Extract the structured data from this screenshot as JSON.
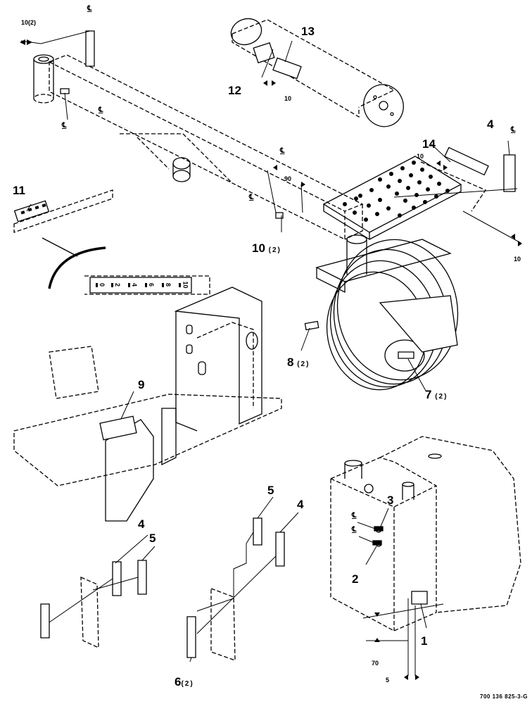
{
  "callouts": {
    "c1": "1",
    "c2": "2",
    "c3": "3",
    "c4a": "4",
    "c4b": "4",
    "c4c": "4",
    "c5a": "5",
    "c5b": "5",
    "c6": "6",
    "c6q": "(2)",
    "c7": "7",
    "c7q": "(2)",
    "c8": "8",
    "c8q": "(2)",
    "c9": "9",
    "c10": "10",
    "c10q": "(2)",
    "c10t": "10(2)",
    "c11": "11",
    "c12": "12",
    "c13": "13",
    "c14": "14"
  },
  "dimensions": {
    "d10_hose": "10",
    "d10_step": "10",
    "d10_right": "10",
    "d90": "90",
    "d70": "70",
    "d5": "5"
  },
  "centerline_symbol": "℄",
  "scale_labels": [
    "0",
    "2",
    "4",
    "6",
    "8",
    "10"
  ],
  "drawing_number": "700 136 825-3-G"
}
